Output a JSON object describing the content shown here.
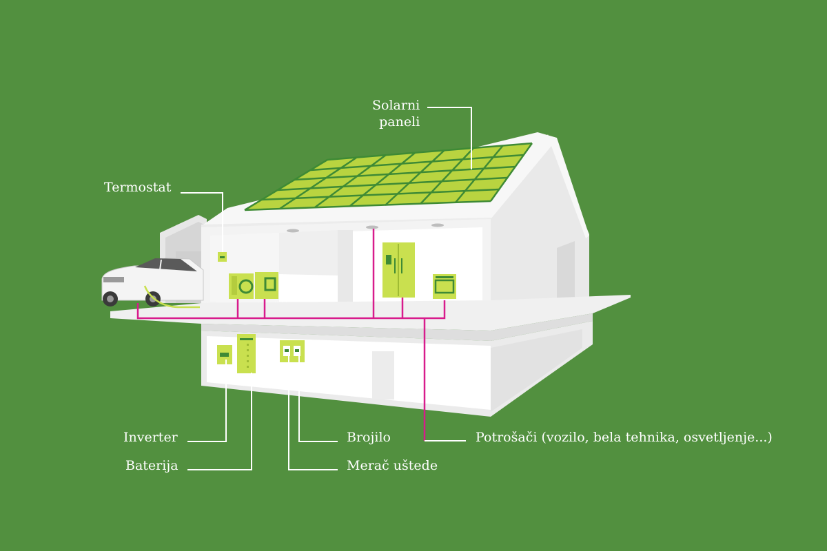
{
  "colors": {
    "background": "#52903f",
    "house": "#f2f2f2",
    "interior": "#ffffff",
    "appliance": "#c9e04f",
    "solar_panel": "#b9d440",
    "panel_grid": "#3e8a35",
    "wiring": "#d81b8c",
    "callout_line": "#ffffff"
  },
  "labels": {
    "solar_panels_line1": "Solarni",
    "solar_panels_line2": "paneli",
    "thermostat": "Termostat",
    "inverter": "Inverter",
    "battery": "Baterija",
    "meter": "Brojilo",
    "savings_meter": "Merač uštede",
    "consumers": "Potrošači (vozilo, bela tehnika, osvetljenje...)"
  },
  "icons": [
    "solar-panel-icon",
    "thermostat-icon",
    "electric-car-icon",
    "washing-machine-icon",
    "refrigerator-icon",
    "oven-icon",
    "inverter-icon",
    "battery-icon",
    "meter-icon"
  ]
}
